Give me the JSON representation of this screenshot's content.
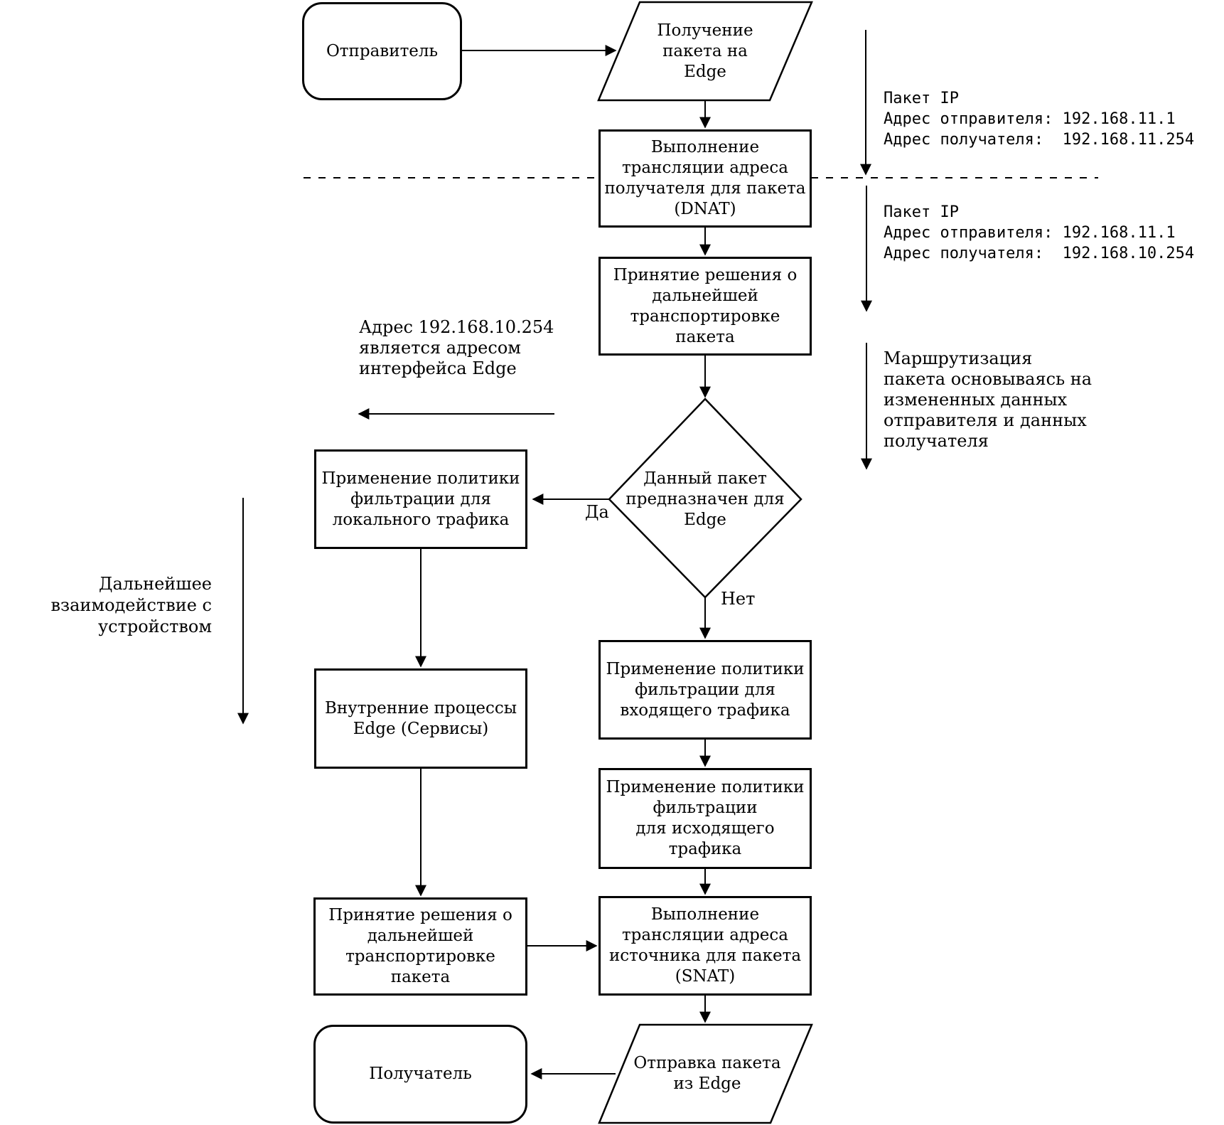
{
  "nodes": {
    "sender": {
      "label": "Отправитель"
    },
    "receive": {
      "label": "Получение\nпакета на\nEdge"
    },
    "dnat": {
      "label": "Выполнение\nтрансляции адреса\nполучателя для пакета\n(DNAT)"
    },
    "decision1": {
      "label": "Принятие решения о\nдальнейшей\nтранспортировке\nпакета"
    },
    "diamond": {
      "label": "Данный пакет\nпредназначен для\nEdge",
      "yes": "Да",
      "no": "Нет"
    },
    "local_filter": {
      "label": "Применение политики\nфильтрации для\nлокального трафика"
    },
    "internal": {
      "label": "Внутренние процессы\nEdge (Сервисы)"
    },
    "decision2": {
      "label": "Принятие решения о\nдальнейшей\nтранспортировке\nпакета"
    },
    "ingress_filter": {
      "label": "Применение политики\nфильтрации для\nвходящего трафика"
    },
    "egress_filter": {
      "label": "Применение политики\nфильтрации\nдля исходящего\nтрафика"
    },
    "snat": {
      "label": "Выполнение\nтрансляции адреса\nисточника для пакета\n(SNAT)"
    },
    "send": {
      "label": "Отправка пакета\nиз Edge"
    },
    "receiver": {
      "label": "Получатель"
    }
  },
  "annotations": {
    "packet_before": "Пакет IP\nАдрес отправителя: 192.168.11.1\nАдрес получателя:  192.168.11.254",
    "packet_after": "Пакет IP\nАдрес отправителя: 192.168.11.1\nАдрес получателя:  192.168.10.254",
    "routing_note": "Маршрутизация\nпакета основываясь на\nизмененных данных\nотправителя и данных\nполучателя",
    "edge_address_note": "Адрес 192.168.10.254\nявляется адресом\nинтерфейса Edge",
    "device_interaction_note": "Дальнейшее\nвзаимодействие с\nустройством"
  },
  "colors": {
    "stroke": "#000000",
    "background": "#ffffff"
  }
}
